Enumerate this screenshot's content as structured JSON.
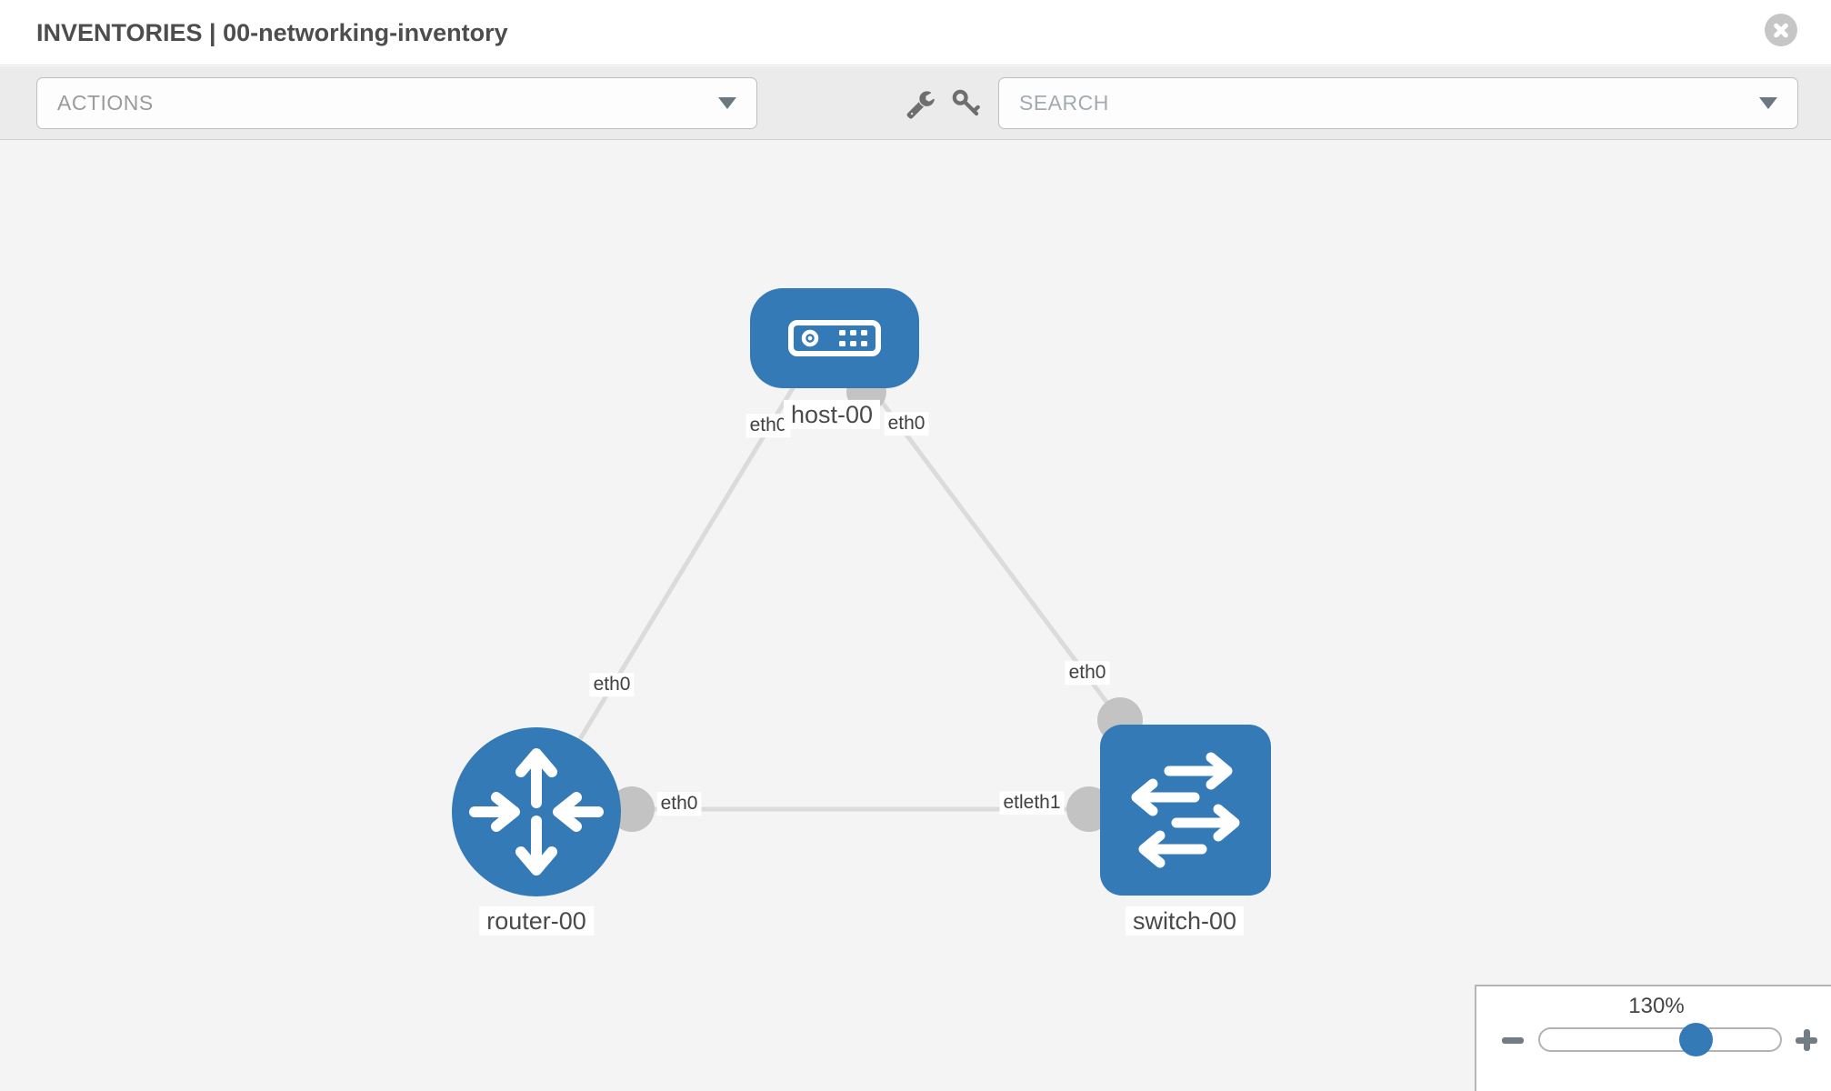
{
  "header": {
    "title": "INVENTORIES | 00-networking-inventory",
    "close_icon": "circle-x"
  },
  "toolbar": {
    "actions_dropdown": {
      "label": "ACTIONS",
      "caret_icon": "chevron-down"
    },
    "wrench_icon": "wrench",
    "key_icon": "key",
    "search_dropdown": {
      "placeholder": "SEARCH",
      "caret_icon": "chevron-down"
    }
  },
  "topology": {
    "nodes": [
      {
        "id": "host-00",
        "type": "host",
        "label": "host-00"
      },
      {
        "id": "router-00",
        "type": "router",
        "label": "router-00"
      },
      {
        "id": "switch-00",
        "type": "switch",
        "label": "switch-00"
      }
    ],
    "links": [
      {
        "from": "host-00",
        "to": "router-00",
        "labels": {
          "near_host": "eth0",
          "near_router": "eth0"
        }
      },
      {
        "from": "host-00",
        "to": "switch-00",
        "labels": {
          "near_host": "eth0",
          "near_switch": "eth0"
        }
      },
      {
        "from": "router-00",
        "to": "switch-00",
        "labels": {
          "near_router": "eth0",
          "near_switch": "etleth1"
        }
      }
    ]
  },
  "zoom_panel": {
    "level": "130%",
    "zoom_out_icon": "minus",
    "zoom_in_icon": "plus"
  },
  "colors": {
    "node_blue": "#337ab7",
    "link_gray": "#dbdbdb",
    "connector_gray": "#c3c3c3",
    "toolbar_gray": "#ebebeb",
    "canvas_gray": "#f4f4f4"
  }
}
